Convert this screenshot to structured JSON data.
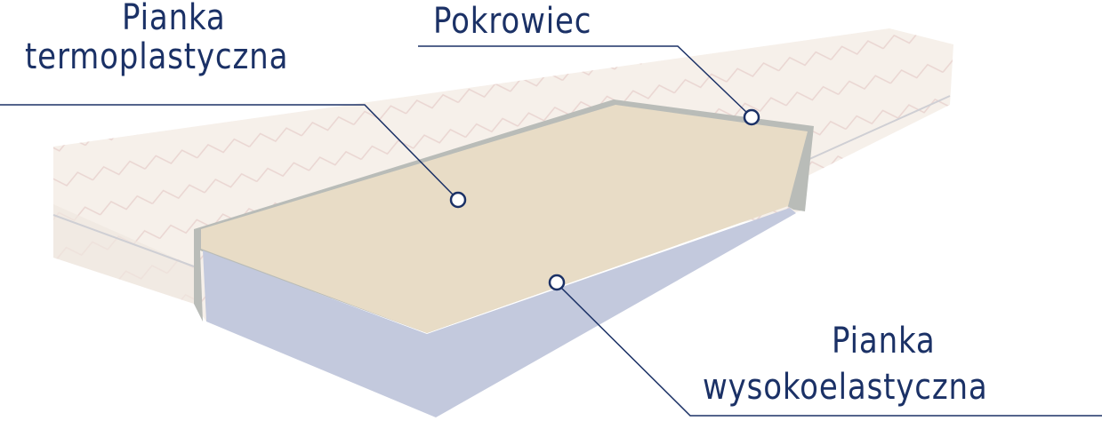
{
  "labels": {
    "thermo_line1": "Pianka",
    "thermo_line2": "termoplastyczna",
    "cover": "Pokrowiec",
    "hr_line1": "Pianka",
    "hr_line2": "wysokoelastyczna"
  },
  "colors": {
    "text": "#1b3166",
    "cover": "#f6f0ea",
    "thermo_foam": "#e8dcc6",
    "hr_foam": "#c3c9dd"
  }
}
